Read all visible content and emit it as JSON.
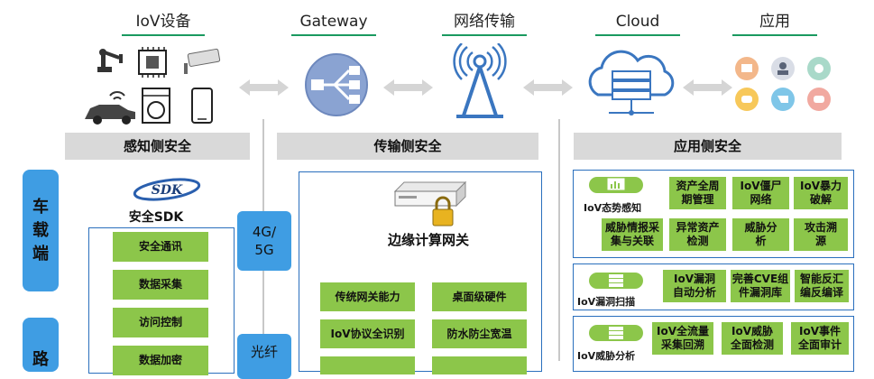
{
  "headers": {
    "iov_device": "IoV设备",
    "gateway": "Gateway",
    "network": "网络传输",
    "cloud": "Cloud",
    "app": "应用"
  },
  "bands": {
    "sense": "感知侧安全",
    "transport": "传输侧安全",
    "application": "应用侧安全"
  },
  "side_labels": {
    "vehicle": "车\n载\n端",
    "road": "路"
  },
  "network_boxes": {
    "cellular": "4G/\n5G",
    "fiber": "光纤"
  },
  "sdk": {
    "logo": "SDK",
    "title": "安全SDK",
    "items": [
      "安全通讯",
      "数据采集",
      "访问控制",
      "数据加密"
    ]
  },
  "edge": {
    "title": "边缘计算网关",
    "items": [
      "传统网关能力",
      "桌面级硬件",
      "IoV协议全识别",
      "防水防尘宽温"
    ]
  },
  "app_panels": [
    {
      "label": "IoV态势感知",
      "cells": [
        "资产全周\n期管理",
        "IoV僵尸\n网络",
        "IoV暴力\n破解",
        "威胁情报采\n集与关联",
        "异常资产\n检测",
        "威胁分\n析",
        "攻击溯\n源"
      ]
    },
    {
      "label": "IoV漏洞扫描",
      "cells": [
        "IoV漏洞\n自动分析",
        "完善CVE组\n件漏洞库",
        "智能反汇\n编反编译"
      ]
    },
    {
      "label": "IoV威胁分析",
      "cells": [
        "IoV全流量\n采集回溯",
        "IoV威胁\n全面检测",
        "IoV事件\n全面审计"
      ]
    }
  ],
  "colors": {
    "green": "#8cc64a",
    "blue": "#3f9de3",
    "panel_border": "#2a6fbd",
    "band": "#d9d9d9",
    "header_line": "#1a9a60"
  }
}
